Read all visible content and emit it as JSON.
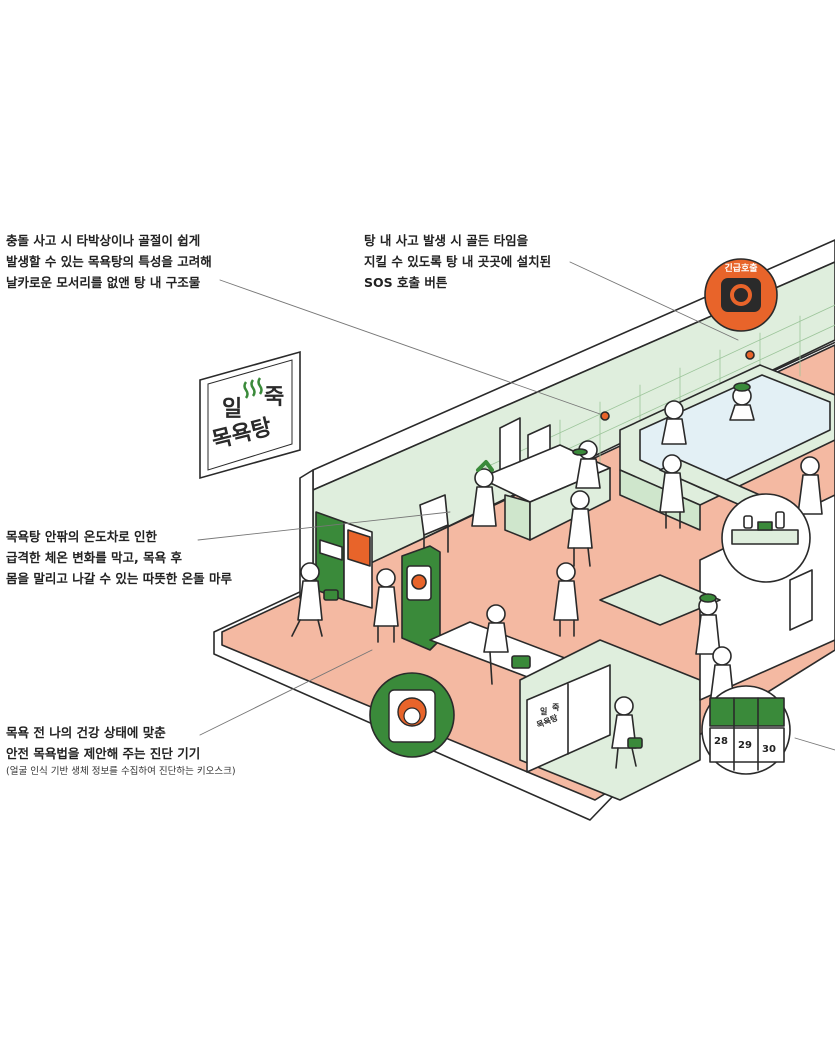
{
  "callouts": {
    "corner_structures": {
      "lines": [
        "충돌 사고 시 타박상이나 골절이 쉽게",
        "발생할 수 있는 목욕탕의 특성을 고려해",
        "날카로운 모서리를 없앤 탕 내 구조물"
      ]
    },
    "sos_button": {
      "lines": [
        "탕 내 사고 발생 시 골든 타임을",
        "지킬 수 있도록 탕 내 곳곳에 설치된",
        "SOS 호출 버튼"
      ]
    },
    "heated_floor": {
      "lines": [
        "목욕탕 안팎의 온도차로 인한",
        "급격한 체온 변화를 막고, 목욕 후",
        "몸을 말리고 나갈 수 있는 따뜻한 온돌 마루"
      ]
    },
    "health_kiosk": {
      "lines": [
        "목욕 전 나의 건강 상태에 맞춘",
        "안전 목욕법을 제안해 주는 진단 기기"
      ],
      "sub": "(얼굴 인식 기반 생체 정보를 수집하여 진단하는 키오스크)"
    }
  },
  "sign": {
    "top": "일",
    "top_right": "죽",
    "bottom": "목욕탕"
  },
  "door_sign": {
    "top": "일",
    "top_right": "죽",
    "bottom": "목욕탕"
  },
  "sos_badge_label": "긴급호출",
  "lockers": [
    "28",
    "29",
    "30"
  ],
  "colors": {
    "green": "#3a8a3a",
    "orange": "#e8642a",
    "floor": "#f4b9a2",
    "wall": "#dfeedd",
    "tile": "#cfe6cc",
    "outline": "#2a2a2a",
    "water": "#e3f0f5"
  }
}
